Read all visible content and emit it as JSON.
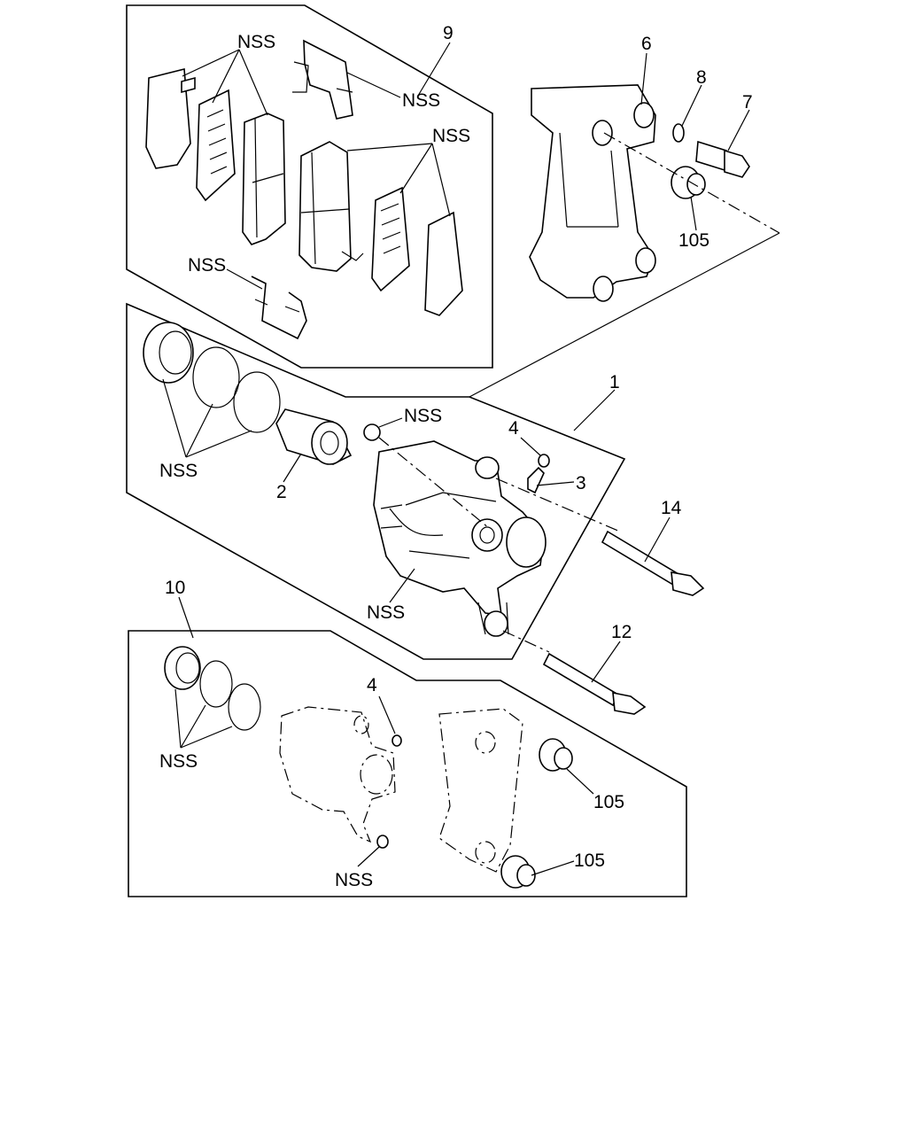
{
  "callouts": {
    "pad_kit": "9",
    "caliper_assembly": "1",
    "piston": "2",
    "bleeder_screw": "3",
    "bleeder_cap_upper": "4",
    "bleeder_cap_lower": "4",
    "bracket": "6",
    "bolt": "7",
    "washer": "8",
    "seal_kit": "10",
    "guide_pin_lower": "12",
    "guide_pin_upper": "14",
    "boot_bracket_upper": "105",
    "boot_bracket_lower_a": "105",
    "boot_bracket_lower_b": "105"
  },
  "nss_labels": {
    "shims_top": "NSS",
    "clip_top": "NSS",
    "pad_right": "NSS",
    "clip_bottom": "NSS",
    "seals_mid": "NSS",
    "plug_mid": "NSS",
    "caliper_body": "NSS",
    "seals_lower": "NSS",
    "plug_lower": "NSS"
  }
}
